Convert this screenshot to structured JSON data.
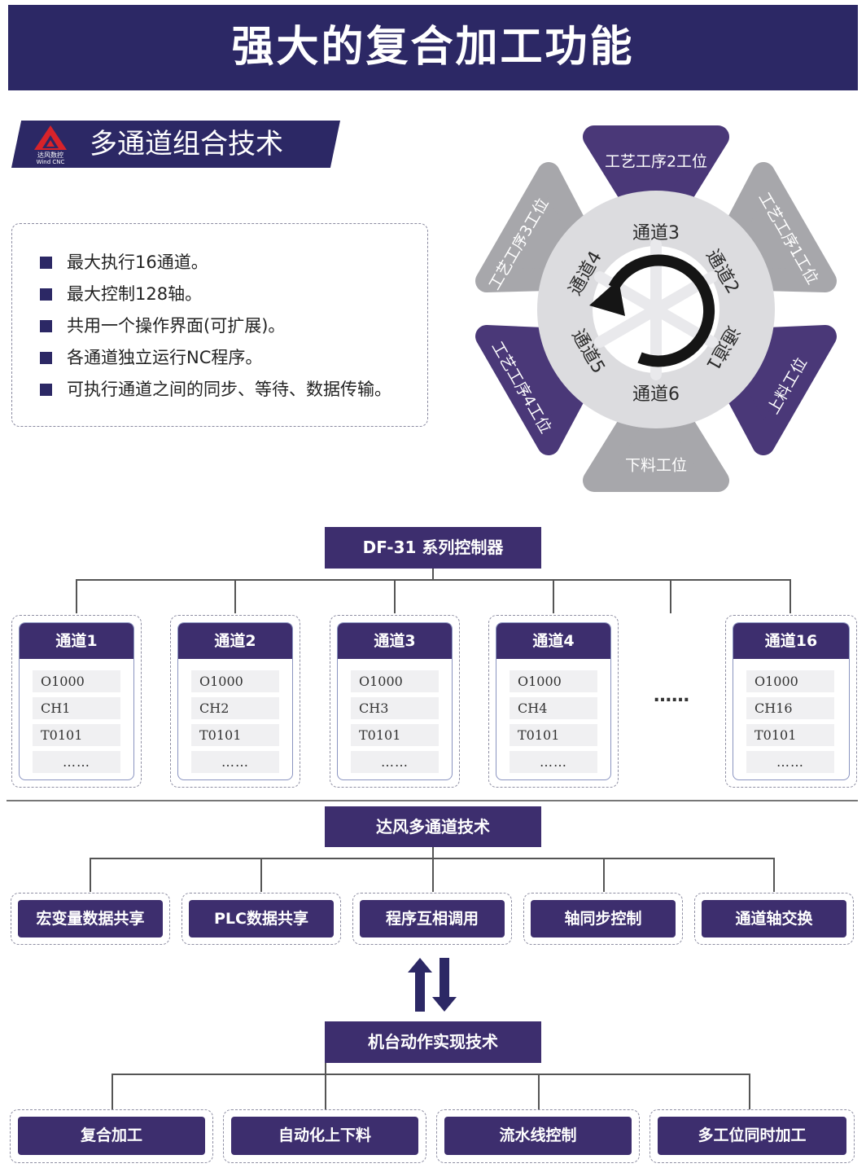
{
  "header": {
    "title": "强大的复合加工功能"
  },
  "section": {
    "title": "多通道组合技术",
    "logo_name": "达风数控",
    "logo_sub": "Wind CNC"
  },
  "features": [
    "最大执行16通道。",
    "最大控制128轴。",
    "共用一个操作界面(可扩展)。",
    "各通道独立运行NC程序。",
    "可执行通道之间的同步、等待、数据传输。"
  ],
  "wheel": {
    "stations": [
      "工艺工序2工位",
      "工艺工序1工位",
      "上料工位",
      "下料工位",
      "工艺工序4工位",
      "工艺工序3工位"
    ],
    "channels": [
      "通道3",
      "通道2",
      "通道1",
      "通道6",
      "通道5",
      "通道4"
    ],
    "colors": {
      "purple": "#4a3878",
      "gray": "#a7a7ab",
      "ring": "#dcdcdf"
    }
  },
  "controller": {
    "title": "DF-31 系列控制器",
    "channels": [
      {
        "name": "通道1",
        "rows": [
          "O1000",
          "CH1",
          "T0101",
          "……"
        ]
      },
      {
        "name": "通道2",
        "rows": [
          "O1000",
          "CH2",
          "T0101",
          "……"
        ]
      },
      {
        "name": "通道3",
        "rows": [
          "O1000",
          "CH3",
          "T0101",
          "……"
        ]
      },
      {
        "name": "通道4",
        "rows": [
          "O1000",
          "CH4",
          "T0101",
          "……"
        ]
      },
      {
        "name": "通道16",
        "rows": [
          "O1000",
          "CH16",
          "T0101",
          "……"
        ]
      }
    ],
    "ellipsis": "……"
  },
  "tech": {
    "title": "达风多通道技术",
    "items": [
      "宏变量数据共享",
      "PLC数据共享",
      "程序互相调用",
      "轴同步控制",
      "通道轴交换"
    ]
  },
  "machine": {
    "title": "机台动作实现技术",
    "items": [
      "复合加工",
      "自动化上下料",
      "流水线控制",
      "多工位同时加工"
    ]
  }
}
